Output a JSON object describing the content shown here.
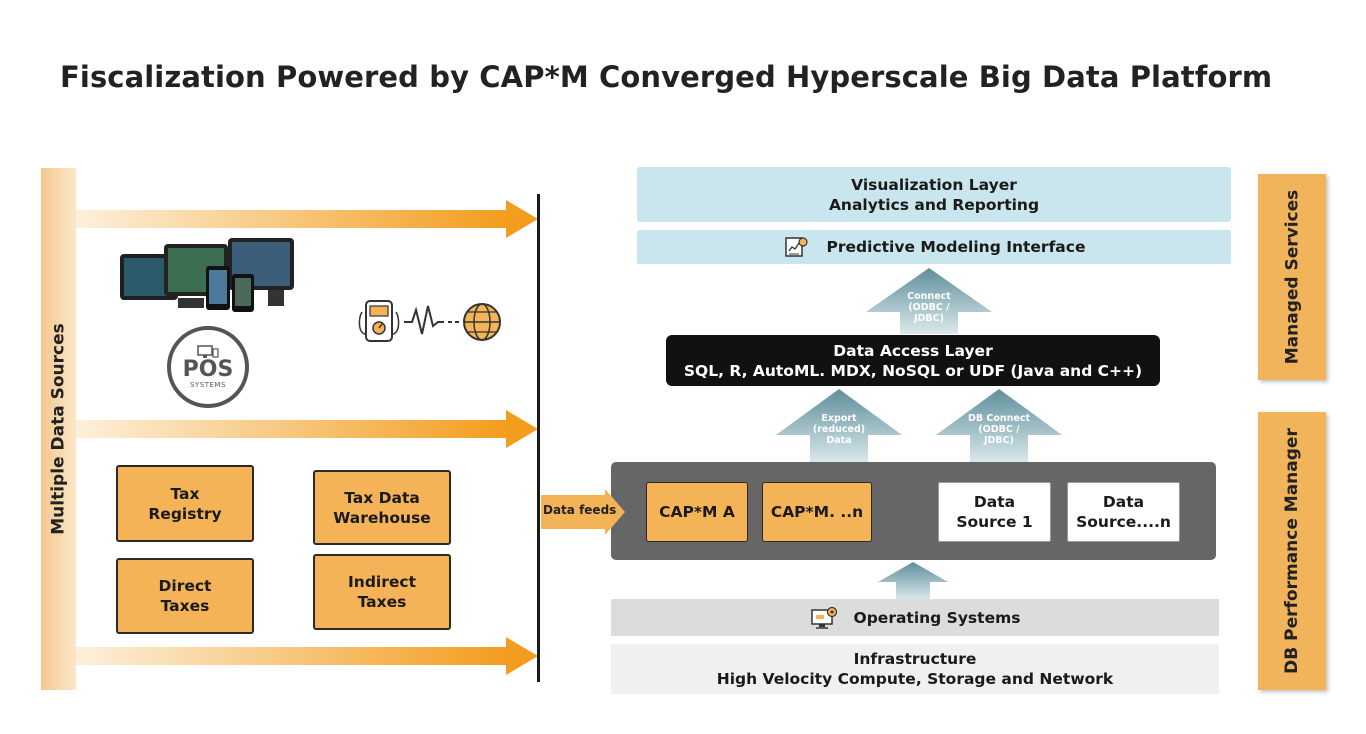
{
  "title": "Fiscalization Powered by CAP*M Converged Hyperscale Big Data Platform",
  "left_bar": "Multiple Data Sources",
  "pos_logo": {
    "main": "POS",
    "sub": "SYSTEMS"
  },
  "tax_boxes": [
    {
      "line1": "Tax",
      "line2": "Registry"
    },
    {
      "line1": "Tax Data",
      "line2": "Warehouse"
    },
    {
      "line1": "Direct",
      "line2": "Taxes"
    },
    {
      "line1": "Indirect",
      "line2": "Taxes"
    }
  ],
  "data_feeds": "Data feeds",
  "visualization": {
    "line1": "Visualization Layer",
    "line2": "Analytics and Reporting"
  },
  "predictive": "Predictive Modeling Interface",
  "connect_arrow": {
    "line1": "Connect",
    "line2": "(ODBC /",
    "line3": "JDBC)"
  },
  "data_access": {
    "line1": "Data Access Layer",
    "line2": "SQL, R, AutoML. MDX, NoSQL or UDF (Java and C++)"
  },
  "export_arrow": {
    "line1": "Export",
    "line2": "(reduced)",
    "line3": "Data"
  },
  "dbconnect_arrow": {
    "line1": "DB Connect",
    "line2": "(ODBC /",
    "line3": "JDBC)"
  },
  "capm_boxes": [
    "CAP*M  A",
    "CAP*M. ..n"
  ],
  "source_boxes": [
    {
      "line1": "Data",
      "line2": "Source 1"
    },
    {
      "line1": "Data",
      "line2": "Source....n"
    }
  ],
  "operating_systems": "Operating Systems",
  "infrastructure": {
    "line1": "Infrastructure",
    "line2": "High Velocity Compute, Storage and Network"
  },
  "right_bars": {
    "managed": "Managed Services",
    "db_perf": "DB Performance Manager"
  },
  "colors": {
    "orange": "#f4b357",
    "arrow_orange": "#f29d1e",
    "light_blue": "#c9e6ee",
    "dark": "#111111",
    "gray_box": "#666666",
    "teal_arrow": "#6f9aa6"
  }
}
